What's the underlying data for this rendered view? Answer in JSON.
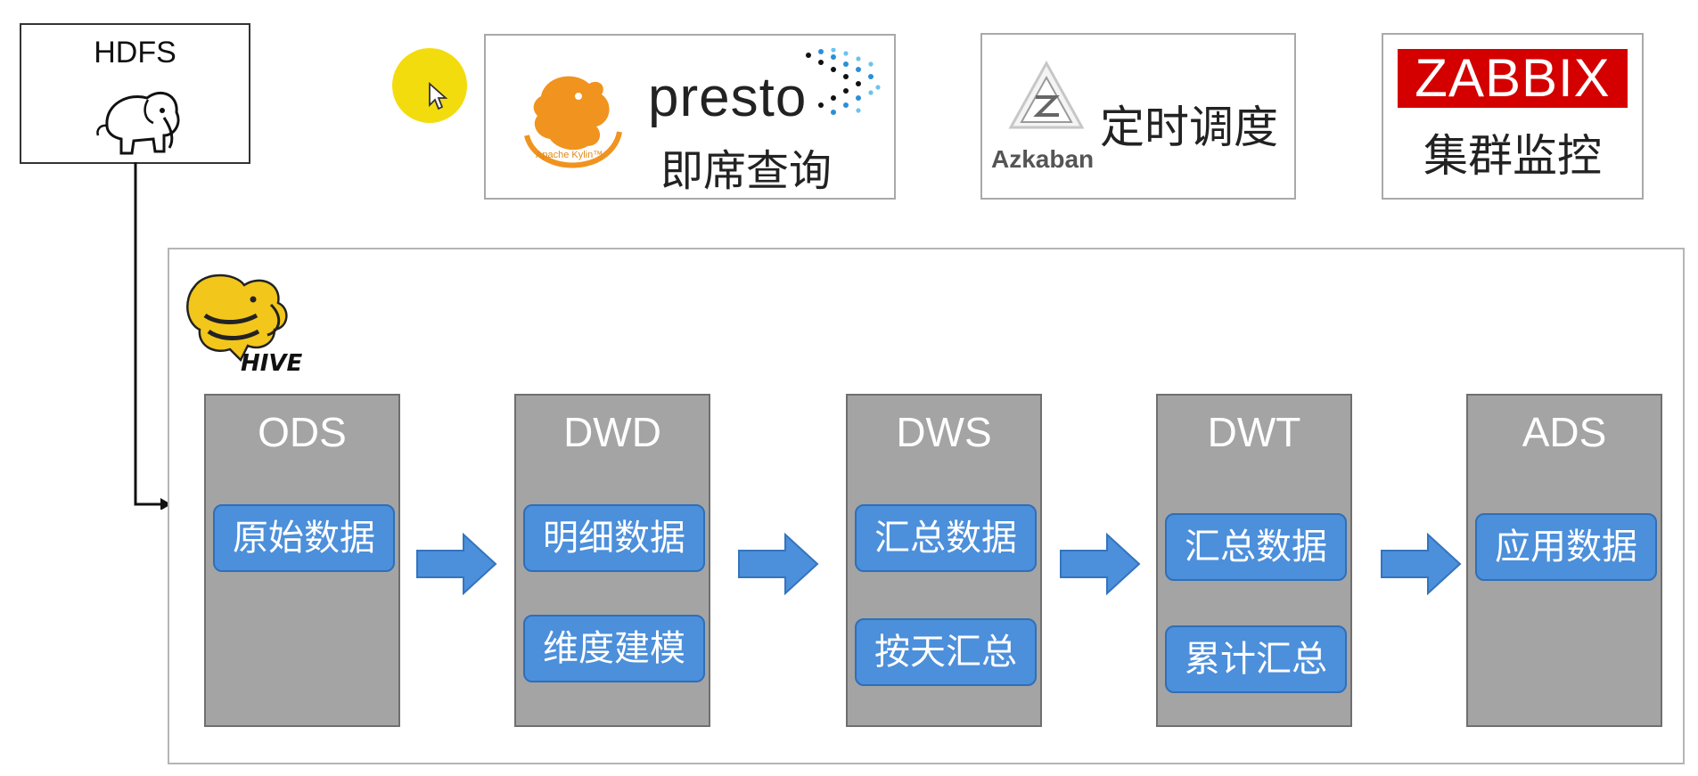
{
  "hdfs": {
    "title": "HDFS",
    "icon": "hadoop-elephant-icon"
  },
  "presto_box": {
    "kylin_caption": "Apache Kylin™",
    "presto_word": "presto",
    "subtitle": "即席查询"
  },
  "azkaban_box": {
    "logo_word": "Azkaban",
    "subtitle": "定时调度"
  },
  "zabbix_box": {
    "logo_word": "ZABBIX",
    "subtitle": "集群监控"
  },
  "hive": {
    "logo": "hive-bee-elephant-icon"
  },
  "layers": [
    {
      "title": "ODS",
      "items": [
        "原始数据"
      ]
    },
    {
      "title": "DWD",
      "items": [
        "明细数据",
        "维度建模"
      ]
    },
    {
      "title": "DWS",
      "items": [
        "汇总数据",
        "按天汇总"
      ]
    },
    {
      "title": "DWT",
      "items": [
        "汇总数据",
        "累计汇总"
      ]
    },
    {
      "title": "ADS",
      "items": [
        "应用数据"
      ]
    }
  ],
  "colors": {
    "layer_bg": "#a4a4a4",
    "pill_bg": "#4c8fdb",
    "arrow": "#4c8fdb",
    "zabbix_red": "#d40000",
    "cursor_highlight": "#f2dc0e",
    "kylin_orange": "#f0931f"
  }
}
